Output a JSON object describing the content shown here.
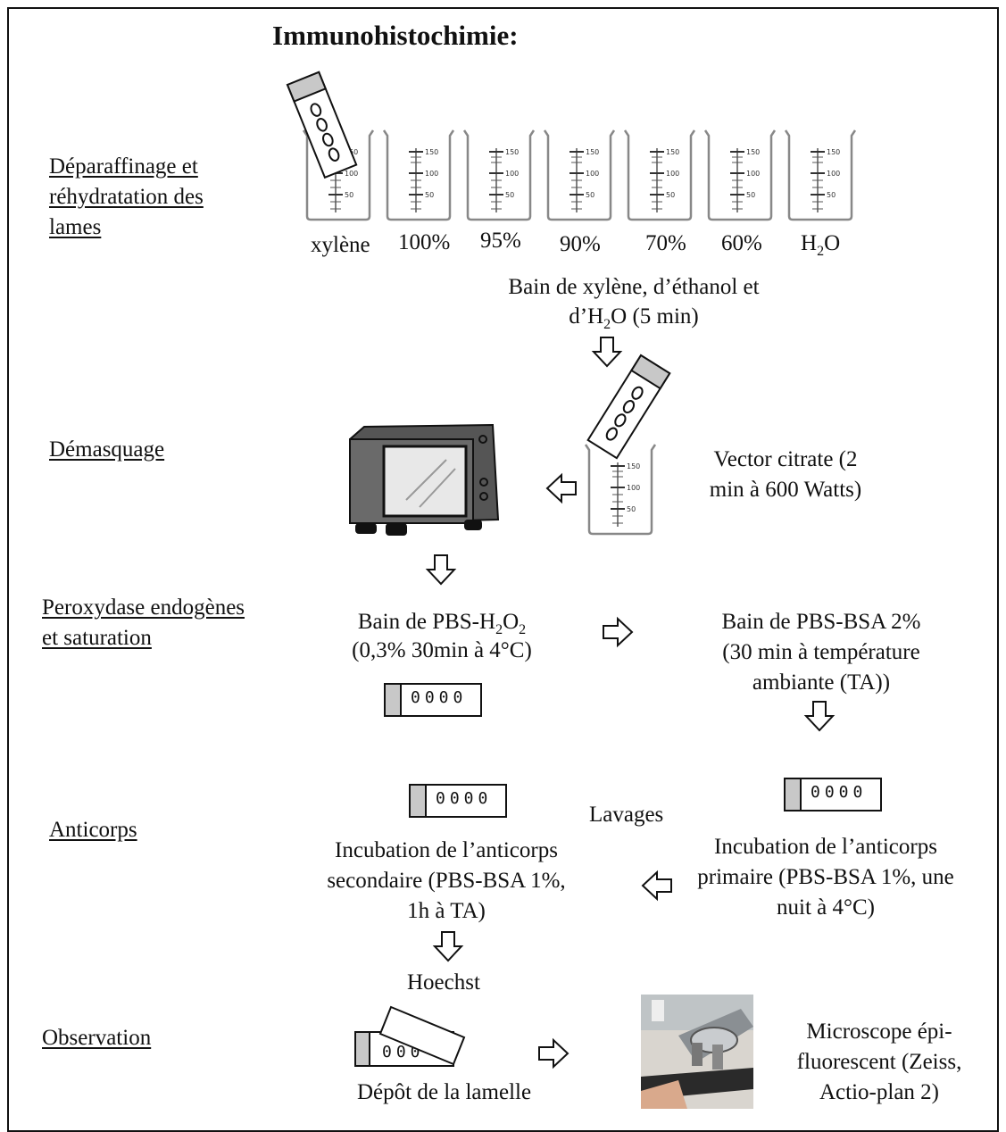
{
  "title": "Immunohistochimie:",
  "steps": {
    "s1": [
      "Déparaffinage et",
      "réhydratation des",
      "lames"
    ],
    "s2": "Démasquage",
    "s3": [
      "Peroxydase endogènes",
      "et saturation"
    ],
    "s4": "Anticorps",
    "s5": "Observation"
  },
  "baths": [
    {
      "label": "xylène"
    },
    {
      "label": "100%"
    },
    {
      "label": "95%"
    },
    {
      "label": "90%"
    },
    {
      "label": "70%"
    },
    {
      "label": "60%"
    },
    {
      "label": "H",
      "sub": "2",
      "rest": "O"
    }
  ],
  "beaker_marks": [
    "150",
    "100",
    "50"
  ],
  "slide_dots": "0000",
  "bath_desc": [
    "Bain de xylène, d’éthanol et",
    "d’H",
    "2",
    "O (5 min)"
  ],
  "citrate": [
    "Vector citrate (2",
    "min à 600 Watts)"
  ],
  "pbs_h2o2": [
    "Bain de PBS-H",
    "2",
    "O",
    "2",
    "(0,3% 30min à 4°C)"
  ],
  "pbs_bsa": [
    "Bain de PBS-BSA 2%",
    "(30 min à température",
    "ambiante (TA))"
  ],
  "primary": [
    "Incubation de l’anticorps",
    "primaire (PBS-BSA 1%, une",
    "nuit à 4°C)"
  ],
  "secondary": [
    "Incubation de l’anticorps",
    "secondaire (PBS-BSA 1%,",
    "1h à TA)"
  ],
  "lavages": "Lavages",
  "hoechst": "Hoechst",
  "lamelle": "Dépôt de la lamelle",
  "microscope": [
    "Microscope épi-",
    "fluorescent (Zeiss,",
    "Actio-plan 2)"
  ]
}
